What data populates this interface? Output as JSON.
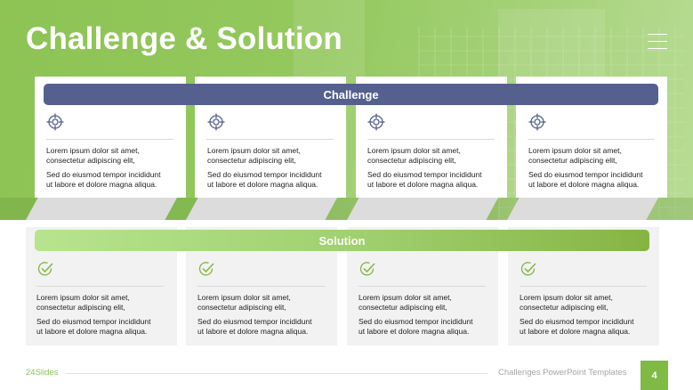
{
  "slide": {
    "title": "Challenge & Solution",
    "menu_icon": "hamburger-menu-icon"
  },
  "challenge": {
    "label": "Challenge",
    "bar_color": "#55608f",
    "icon": "target-icon",
    "items": [
      {
        "line1": "Lorem ipsum dolor sit amet,",
        "line2": "consectetur adipiscing elit,",
        "line3": "Sed do eiusmod tempor incididunt",
        "line4": "ut labore et dolore magna aliqua."
      },
      {
        "line1": "Lorem ipsum dolor sit amet,",
        "line2": "consectetur adipiscing elit,",
        "line3": "Sed do eiusmod tempor incididunt",
        "line4": "ut labore et dolore magna aliqua."
      },
      {
        "line1": "Lorem ipsum dolor sit amet,",
        "line2": "consectetur adipiscing elit,",
        "line3": "Sed do eiusmod tempor incididunt",
        "line4": "ut labore et dolore magna aliqua."
      },
      {
        "line1": "Lorem ipsum dolor sit amet,",
        "line2": "consectetur adipiscing elit,",
        "line3": "Sed do eiusmod tempor incididunt",
        "line4": "ut labore et dolore magna aliqua."
      }
    ]
  },
  "solution": {
    "label": "Solution",
    "bar_color": "#9fcf6d",
    "icon": "checkmark-circle-icon",
    "items": [
      {
        "line1": "Lorem ipsum dolor sit amet,",
        "line2": "consectetur adipiscing elit,",
        "line3": "Sed do eiusmod tempor incididunt",
        "line4": "ut labore et dolore magna aliqua."
      },
      {
        "line1": "Lorem ipsum dolor sit amet,",
        "line2": "consectetur adipiscing elit,",
        "line3": "Sed do eiusmod tempor incididunt",
        "line4": "ut labore et dolore magna aliqua."
      },
      {
        "line1": "Lorem ipsum dolor sit amet,",
        "line2": "consectetur adipiscing elit,",
        "line3": "Sed do eiusmod tempor incididunt",
        "line4": "ut labore et dolore magna aliqua."
      },
      {
        "line1": "Lorem ipsum dolor sit amet,",
        "line2": "consectetur adipiscing elit,",
        "line3": "Sed do eiusmod tempor incididunt",
        "line4": "ut labore et dolore magna aliqua."
      }
    ]
  },
  "footer": {
    "brand": "24Slides",
    "template_name": "Challenges PowerPoint Templates",
    "page_number": "4",
    "accent_color": "#7fba45"
  }
}
